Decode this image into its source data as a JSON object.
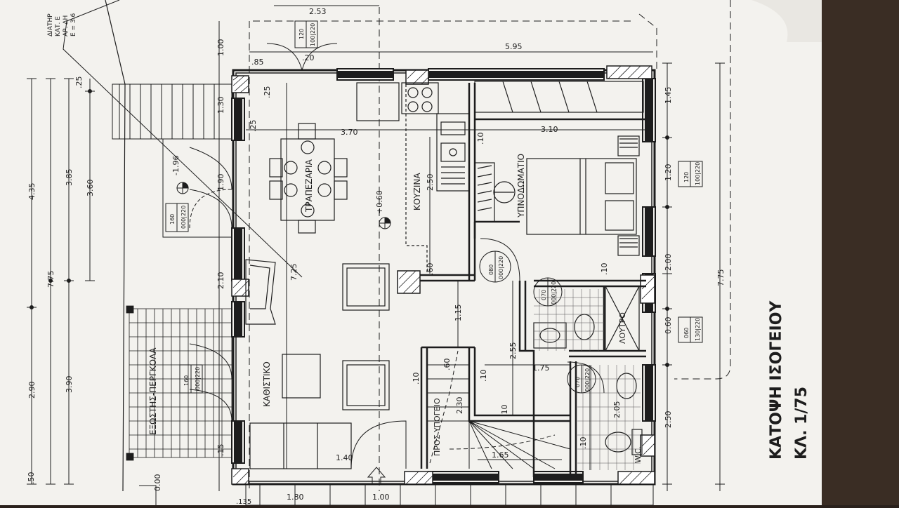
{
  "sheet": {
    "title": "ΚΑΤΟΨΗ ΙΣΟΓΕΙΟΥ",
    "scale": "ΚΛ. 1/75",
    "colors": {
      "paper": "#f3f2ee",
      "ink": "#1d1d1d",
      "background": "#2a211c"
    }
  },
  "rooms": {
    "dining": "ΤΡΑΠΕΖΑΡΙΑ",
    "kitchen": "ΚΟΥΖΙΝΑ",
    "bedroom": "ΥΠΝΟΔΩΜΑΤΙΟ",
    "bath": "ΛΟΥΤΡΟ",
    "living": "ΚΑΘΙΣΤΙΚΟ",
    "wc": "W.C.",
    "pergola": "ΕΞΩΣΤΗΣ-ΠΕΡΓΚΟΛΑ",
    "stair": "ΠΡΟΣ ΥΠΟΓΕΙΟ"
  },
  "notes": [
    "ΔΙΑΤΗΡ",
    "ΚΑΤ. Ε",
    "ΑΡ. ΔΗ",
    "Ε = 3.6"
  ],
  "levels": {
    "a": "-1.96",
    "b": "+0.60",
    "c": "0.00"
  },
  "dims": {
    "d595": "5.95",
    "d370": "3.70",
    "d310": "3.10",
    "d250": "2.50",
    "d725": "7.25",
    "d775": "7.75",
    "d435": "4.35",
    "d385": "3.85",
    "d360": "3.60",
    "d290": "2.90",
    "d390": "3.90",
    "d145": "1.45",
    "d120": "1.20",
    "d200": "2.00",
    "d060": "0.60",
    "d115": "1.15",
    "d255": "2.55",
    "d175": "1.75",
    "d230": "2.30",
    "d165": "1.65",
    "d205": "2.05",
    "d210": "2.10",
    "d190": "1.90",
    "d130": "1.30",
    "d100": "1.00",
    "d253": "2.53",
    "d025": ".25",
    "d010": ".10",
    "d015": ".15",
    "d050": ".50",
    "d180": "1.80",
    "d140": "1.40",
    "d085": ".85",
    "d020": ".20",
    "d060b": ".60",
    "d135": ".135"
  },
  "openings": {
    "w1": [
      "120",
      "100|220"
    ],
    "w2": [
      "120",
      "100|220"
    ],
    "w3": [
      "060",
      "130|220"
    ],
    "w4": [
      "160",
      "000|220"
    ],
    "w5": [
      "160",
      "000|220"
    ],
    "dr1": [
      "080",
      "000|220"
    ],
    "dr2": [
      "070",
      "000|220"
    ],
    "dr3": [
      "070",
      "000|220"
    ]
  }
}
